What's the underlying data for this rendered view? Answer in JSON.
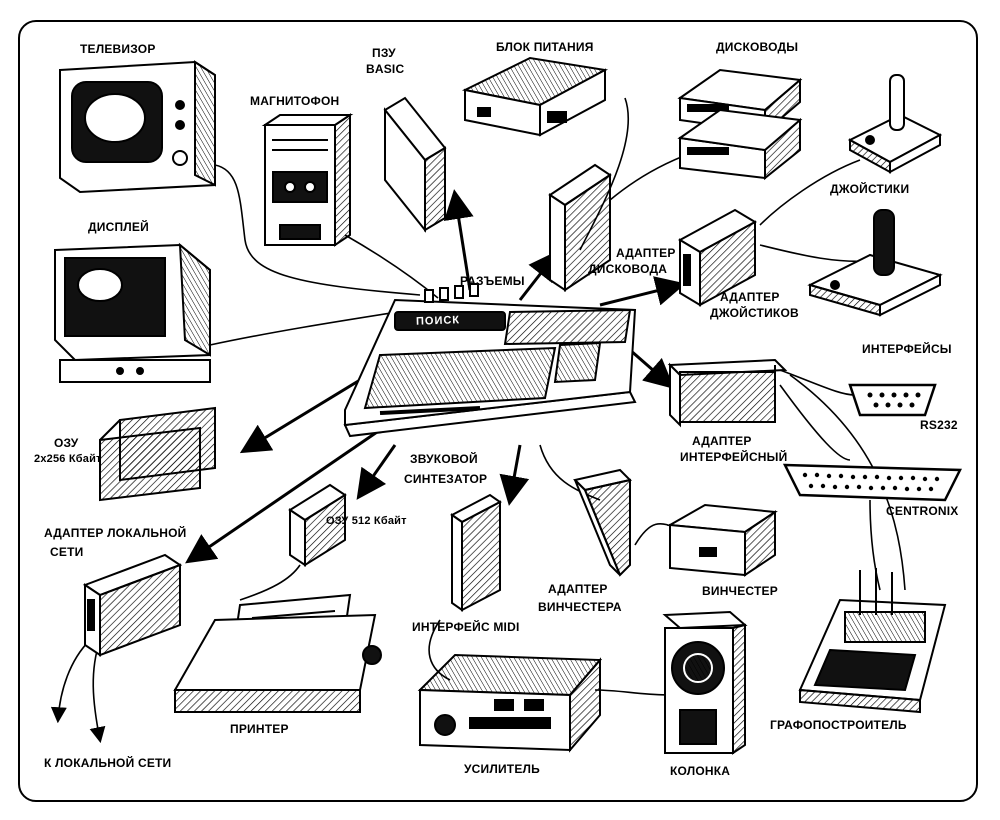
{
  "labels": {
    "tv": "ТЕЛЕВИЗОР",
    "tape": "МАГНИТОФОН",
    "rom": "ПЗУ",
    "rom2": "BASIC",
    "psu": "БЛОК ПИТАНИЯ",
    "fdd": "ДИСКОВОДЫ",
    "joysticks": "ДЖОЙСТИКИ",
    "display": "ДИСПЛЕЙ",
    "fdd_adapter1": "АДАПТЕР",
    "fdd_adapter2": "ДИСКОВОДА",
    "joy_adapter1": "АДАПТЕР",
    "joy_adapter2": "ДЖОЙСТИКОВ",
    "connectors": "РАЗЪЕМЫ",
    "interfaces": "ИНТЕРФЕЙСЫ",
    "rs232": "RS232",
    "if_adapter1": "АДАПТЕР",
    "if_adapter2": "ИНТЕРФЕЙСНЫЙ",
    "ram2x256_1": "ОЗУ",
    "ram2x256_2": "2х256 Кбайт",
    "synth1": "ЗВУКОВОЙ",
    "synth2": "СИНТЕЗАТОР",
    "centronix": "CENTRONIX",
    "lan_adapter1": "АДАПТЕР ЛОКАЛЬНОЙ",
    "lan_adapter2": "СЕТИ",
    "ram512": "ОЗУ 512 Кбайт",
    "winchester": "ВИНЧЕСТЕР",
    "hdd_adapter1": "АДАПТЕР",
    "hdd_adapter2": "ВИНЧЕСТЕРА",
    "midi": "ИНТЕРФЕЙС MIDI",
    "printer": "ПРИНТЕР",
    "plotter": "ГРАФОПОСТРОИТЕЛЬ",
    "lan": "К ЛОКАЛЬНОЙ СЕТИ",
    "amp": "УСИЛИТЕЛЬ",
    "speaker": "КОЛОНКА",
    "brand": "ПОИСК"
  }
}
